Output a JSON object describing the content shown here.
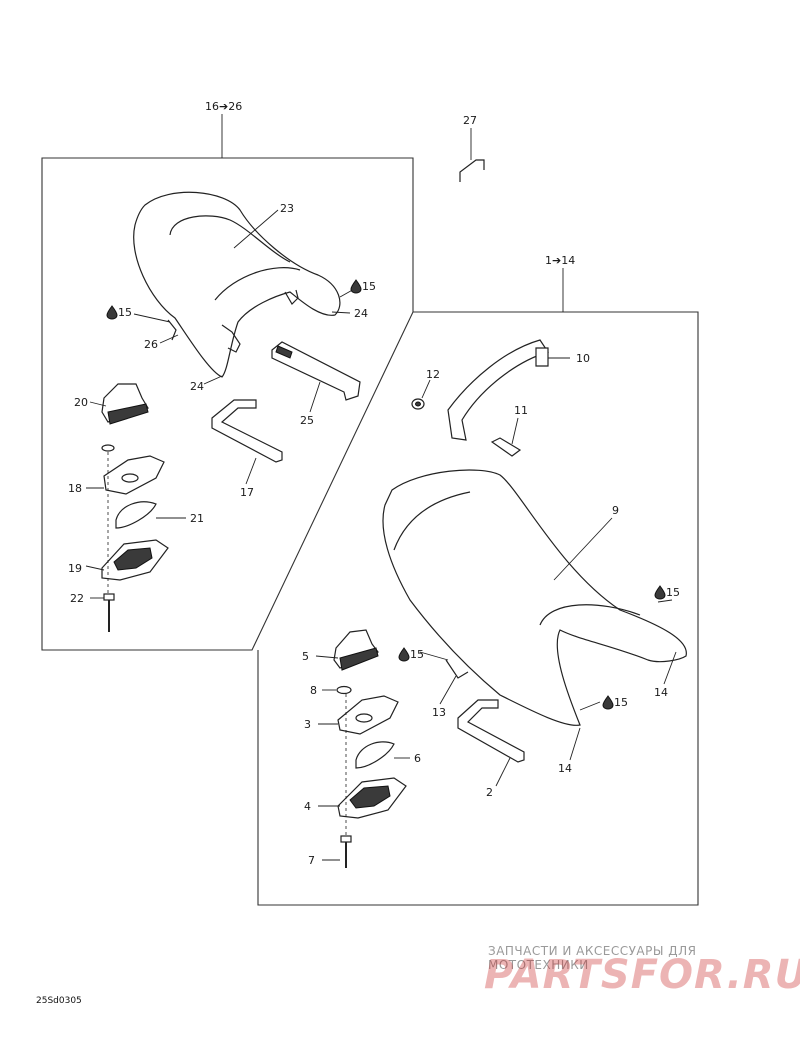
{
  "diagram": {
    "group_labels": {
      "upper_group": "16➔26",
      "lower_group": "1➔14",
      "separate_part": "27"
    },
    "callouts": {
      "c23": "23",
      "c15_a": "15",
      "c24_a": "24",
      "c15_b": "15",
      "c26": "26",
      "c24_b": "24",
      "c25": "25",
      "c20": "20",
      "c17": "17",
      "c18": "18",
      "c21": "21",
      "c19": "19",
      "c22": "22",
      "c10": "10",
      "c12": "12",
      "c11": "11",
      "c9": "9",
      "c15_c": "15",
      "c15_d": "15",
      "c5": "5",
      "c14_a": "14",
      "c13": "13",
      "c8": "8",
      "c15_e": "15",
      "c3": "3",
      "c6": "6",
      "c14_b": "14",
      "c2": "2",
      "c4": "4",
      "c7": "7"
    },
    "drawing_code": "25Sd0305"
  },
  "watermark": {
    "caption": "ЗАПЧАСТИ И АКСЕССУАРЫ ДЛЯ МОТОТЕХНИКИ",
    "logo_text": "PARTSFOR.RU",
    "logo_color": "#c82828"
  }
}
